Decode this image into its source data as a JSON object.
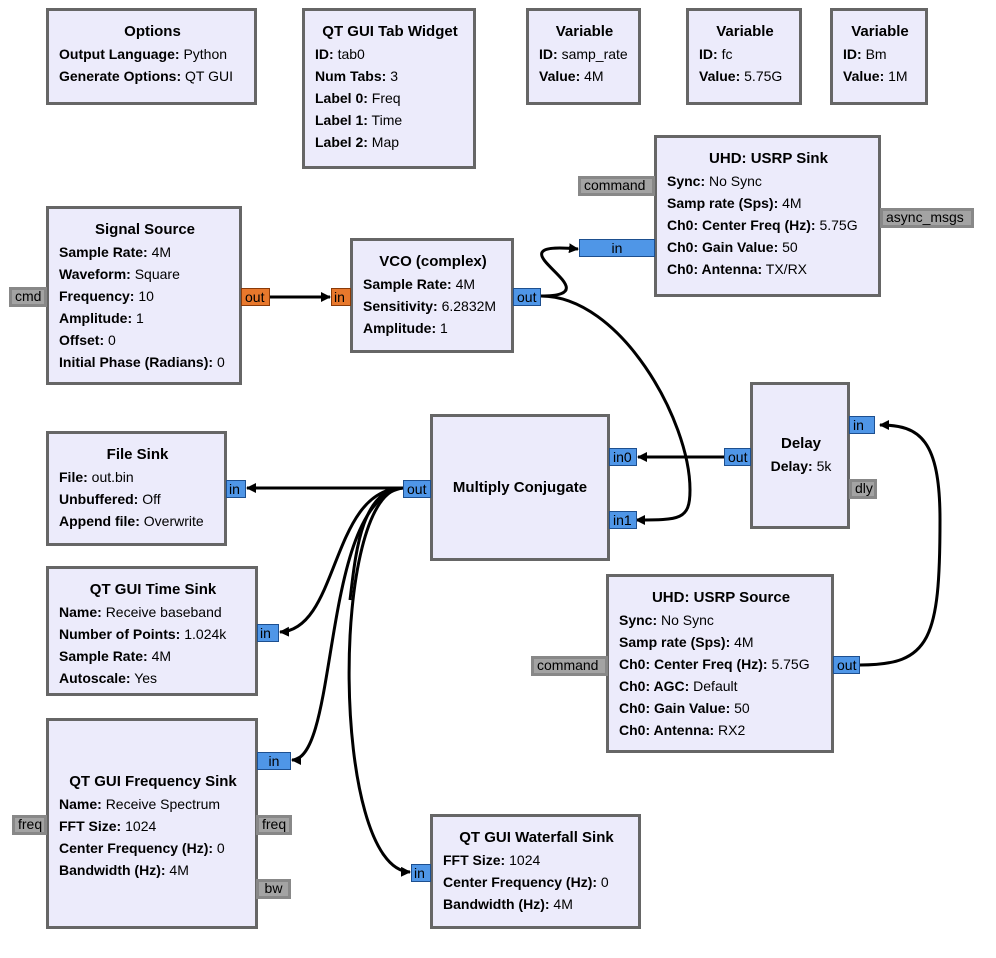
{
  "options": {
    "title": "Options",
    "rows": [
      {
        "k": "Output Language:",
        "v": "Python"
      },
      {
        "k": "Generate Options:",
        "v": "QT GUI"
      }
    ]
  },
  "tab_widget": {
    "title": "QT GUI Tab Widget",
    "rows": [
      {
        "k": "ID:",
        "v": "tab0"
      },
      {
        "k": "Num Tabs:",
        "v": "3"
      },
      {
        "k": "Label 0:",
        "v": "Freq"
      },
      {
        "k": "Label 1:",
        "v": "Time"
      },
      {
        "k": "Label 2:",
        "v": "Map"
      }
    ]
  },
  "var_samp_rate": {
    "title": "Variable",
    "rows": [
      {
        "k": "ID:",
        "v": "samp_rate"
      },
      {
        "k": "Value:",
        "v": "4M"
      }
    ]
  },
  "var_fc": {
    "title": "Variable",
    "rows": [
      {
        "k": "ID:",
        "v": "fc"
      },
      {
        "k": "Value:",
        "v": "5.75G"
      }
    ]
  },
  "var_bm": {
    "title": "Variable",
    "rows": [
      {
        "k": "ID:",
        "v": "Bm"
      },
      {
        "k": "Value:",
        "v": "1M"
      }
    ]
  },
  "usrp_sink": {
    "title": "UHD: USRP Sink",
    "rows": [
      {
        "k": "Sync:",
        "v": "No Sync"
      },
      {
        "k": "Samp rate (Sps):",
        "v": "4M"
      },
      {
        "k": "Ch0: Center Freq (Hz):",
        "v": "5.75G"
      },
      {
        "k": "Ch0: Gain Value:",
        "v": "50"
      },
      {
        "k": "Ch0: Antenna:",
        "v": "TX/RX"
      }
    ],
    "ports": {
      "command": "command",
      "in": "in",
      "async": "async_msgs"
    }
  },
  "signal_source": {
    "title": "Signal Source",
    "rows": [
      {
        "k": "Sample Rate:",
        "v": "4M"
      },
      {
        "k": "Waveform:",
        "v": "Square"
      },
      {
        "k": "Frequency:",
        "v": "10"
      },
      {
        "k": "Amplitude:",
        "v": "1"
      },
      {
        "k": "Offset:",
        "v": "0"
      },
      {
        "k": "Initial Phase (Radians):",
        "v": "0"
      }
    ],
    "ports": {
      "cmd": "cmd",
      "out": "out"
    }
  },
  "vco": {
    "title": "VCO (complex)",
    "rows": [
      {
        "k": "Sample Rate:",
        "v": "4M"
      },
      {
        "k": "Sensitivity:",
        "v": "6.2832M"
      },
      {
        "k": "Amplitude:",
        "v": "1"
      }
    ],
    "ports": {
      "in": "in",
      "out": "out"
    }
  },
  "file_sink": {
    "title": "File Sink",
    "rows": [
      {
        "k": "File:",
        "v": "out.bin"
      },
      {
        "k": "Unbuffered:",
        "v": "Off"
      },
      {
        "k": "Append file:",
        "v": "Overwrite"
      }
    ],
    "ports": {
      "in": "in"
    }
  },
  "multiply_conj": {
    "title": "Multiply Conjugate",
    "ports": {
      "out": "out",
      "in0": "in0",
      "in1": "in1"
    }
  },
  "delay": {
    "title": "Delay",
    "rows": [
      {
        "k": "Delay:",
        "v": "5k"
      }
    ],
    "ports": {
      "in": "in",
      "out": "out",
      "dly": "dly"
    }
  },
  "time_sink": {
    "title": "QT GUI Time Sink",
    "rows": [
      {
        "k": "Name:",
        "v": "Receive baseband"
      },
      {
        "k": "Number of Points:",
        "v": "1.024k"
      },
      {
        "k": "Sample Rate:",
        "v": "4M"
      },
      {
        "k": "Autoscale:",
        "v": "Yes"
      }
    ],
    "ports": {
      "in": "in"
    }
  },
  "usrp_source": {
    "title": "UHD: USRP Source",
    "rows": [
      {
        "k": "Sync:",
        "v": "No Sync"
      },
      {
        "k": "Samp rate (Sps):",
        "v": "4M"
      },
      {
        "k": "Ch0: Center Freq (Hz):",
        "v": "5.75G"
      },
      {
        "k": "Ch0: AGC:",
        "v": "Default"
      },
      {
        "k": "Ch0: Gain Value:",
        "v": "50"
      },
      {
        "k": "Ch0: Antenna:",
        "v": "RX2"
      }
    ],
    "ports": {
      "command": "command",
      "out": "out"
    }
  },
  "freq_sink": {
    "title": "QT GUI Frequency Sink",
    "rows": [
      {
        "k": "Name:",
        "v": "Receive Spectrum"
      },
      {
        "k": "FFT Size:",
        "v": "1024"
      },
      {
        "k": "Center Frequency (Hz):",
        "v": "0"
      },
      {
        "k": "Bandwidth (Hz):",
        "v": "4M"
      }
    ],
    "ports": {
      "in": "in",
      "freq_in": "freq",
      "freq_out": "freq",
      "bw": "bw"
    }
  },
  "waterfall_sink": {
    "title": "QT GUI Waterfall Sink",
    "rows": [
      {
        "k": "FFT Size:",
        "v": "1024"
      },
      {
        "k": "Center Frequency (Hz):",
        "v": "0"
      },
      {
        "k": "Bandwidth (Hz):",
        "v": "4M"
      }
    ],
    "ports": {
      "in": "in"
    }
  },
  "colors": {
    "block_fill": "#ecebfb",
    "block_border": "#666666",
    "stream_port": "#4f96e7",
    "float_port": "#e8782c",
    "message_port": "#a3a3a3"
  }
}
